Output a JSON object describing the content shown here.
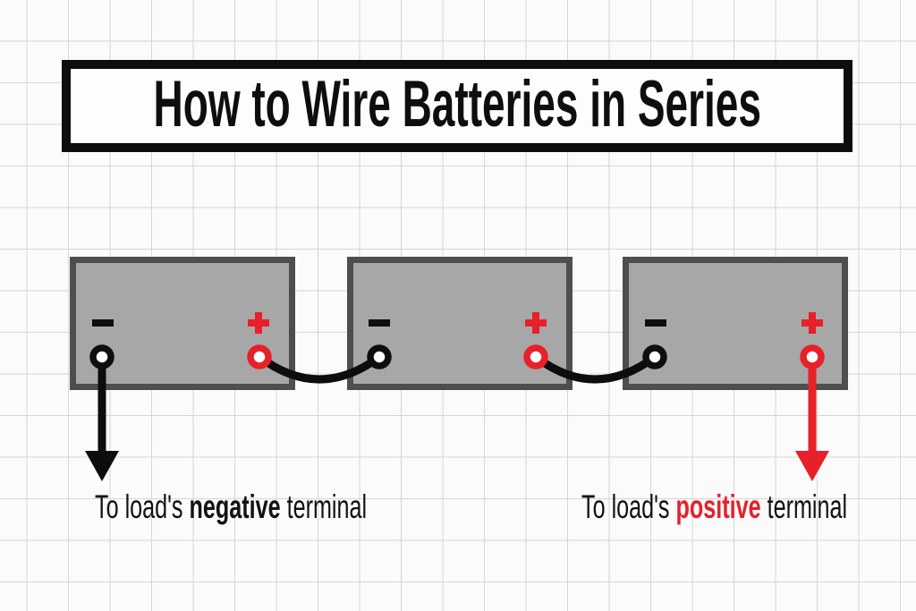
{
  "title": {
    "text": "How to Wire Batteries in Series"
  },
  "batteries": [
    {
      "name": "battery-1",
      "terminals": [
        {
          "polarity": "negative",
          "symbol": "-"
        },
        {
          "polarity": "positive",
          "symbol": "+"
        }
      ]
    },
    {
      "name": "battery-2",
      "terminals": [
        {
          "polarity": "negative",
          "symbol": "-"
        },
        {
          "polarity": "positive",
          "symbol": "+"
        }
      ]
    },
    {
      "name": "battery-3",
      "terminals": [
        {
          "polarity": "negative",
          "symbol": "-"
        },
        {
          "polarity": "positive",
          "symbol": "+"
        }
      ]
    }
  ],
  "wiring": {
    "connections": [
      "battery-1 positive to battery-2 negative",
      "battery-2 positive to battery-3 negative"
    ],
    "negative_lead": "battery-1 negative down to load",
    "positive_lead": "battery-3 positive down to load"
  },
  "load_labels": {
    "negative": {
      "prefix": "To load's",
      "emphasis": "negative",
      "suffix": "terminal"
    },
    "positive": {
      "prefix": "To load's",
      "emphasis": "positive",
      "suffix": "terminal"
    }
  },
  "icons": {
    "negative_terminal_sign": "minus-icon",
    "positive_terminal_sign": "plus-icon",
    "terminal_post": "terminal-ring-icon",
    "lead_arrow": "arrow-down-icon"
  },
  "colors": {
    "accent_red": "#e7202a",
    "ink_black": "#0e0e0e",
    "battery_fill": "#a7a7a7",
    "battery_border": "#4e4e4e",
    "grid_line": "#d6d6d6",
    "canvas_background": "#fbfbfb"
  }
}
